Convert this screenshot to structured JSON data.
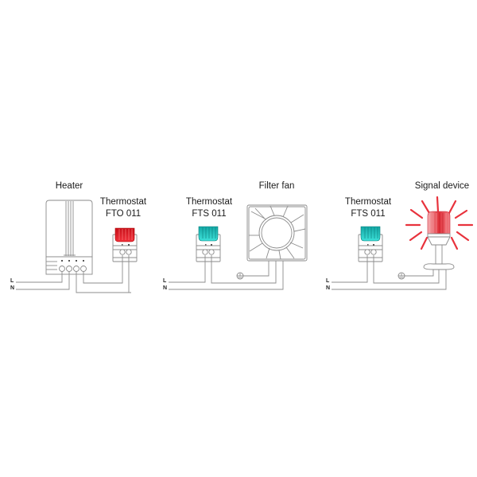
{
  "diagram": {
    "rails": {
      "live": "L",
      "neutral": "N"
    },
    "circuits": [
      {
        "device": {
          "label": "Heater",
          "type": "heater"
        },
        "thermostat": {
          "title": "Thermostat",
          "model": "FTO 011",
          "color": "#e31b23"
        }
      },
      {
        "device": {
          "label": "Filter fan",
          "type": "fan"
        },
        "thermostat": {
          "title": "Thermostat",
          "model": "FTS 011",
          "color": "#1fc6c0"
        }
      },
      {
        "device": {
          "label": "Signal device",
          "type": "signal-beacon",
          "color": "#e31b23"
        },
        "thermostat": {
          "title": "Thermostat",
          "model": "FTS 011",
          "color": "#1fc6c0"
        }
      }
    ],
    "symbols": {
      "ground": "protective-earth"
    },
    "colors": {
      "wire": "#8c8c8c",
      "outline": "#8a8a8a",
      "red": "#e31b23",
      "cyan": "#1fc6c0"
    }
  }
}
